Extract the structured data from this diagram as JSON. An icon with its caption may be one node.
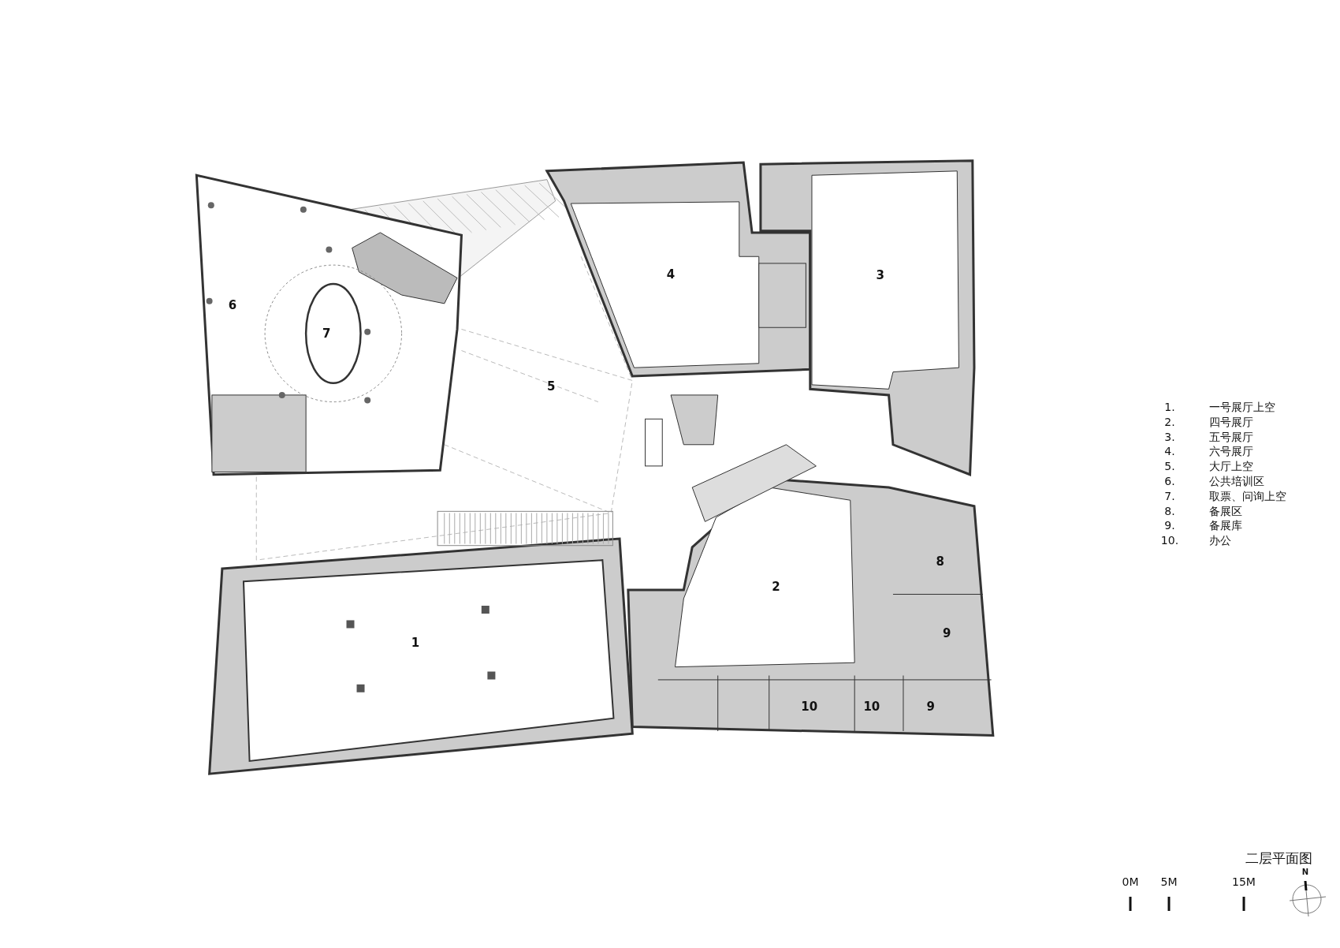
{
  "diagram": {
    "title": "二层平面图",
    "labels": [
      "4",
      "3",
      "6",
      "7",
      "5",
      "8",
      "2",
      "1",
      "9",
      "10",
      "10",
      "9",
      "1.",
      "一号展厅上空",
      "2.",
      "四号展厅",
      "3.",
      "五号展厅",
      "4.",
      "六号展厅",
      "5.",
      "大厅上空",
      "6.",
      "公共培训区",
      "7.",
      "取票、问询上空",
      "8.",
      "备展区",
      "9.",
      "备展库",
      "10.",
      "办公",
      "0M",
      "5M",
      "15M",
      "N"
    ]
  }
}
